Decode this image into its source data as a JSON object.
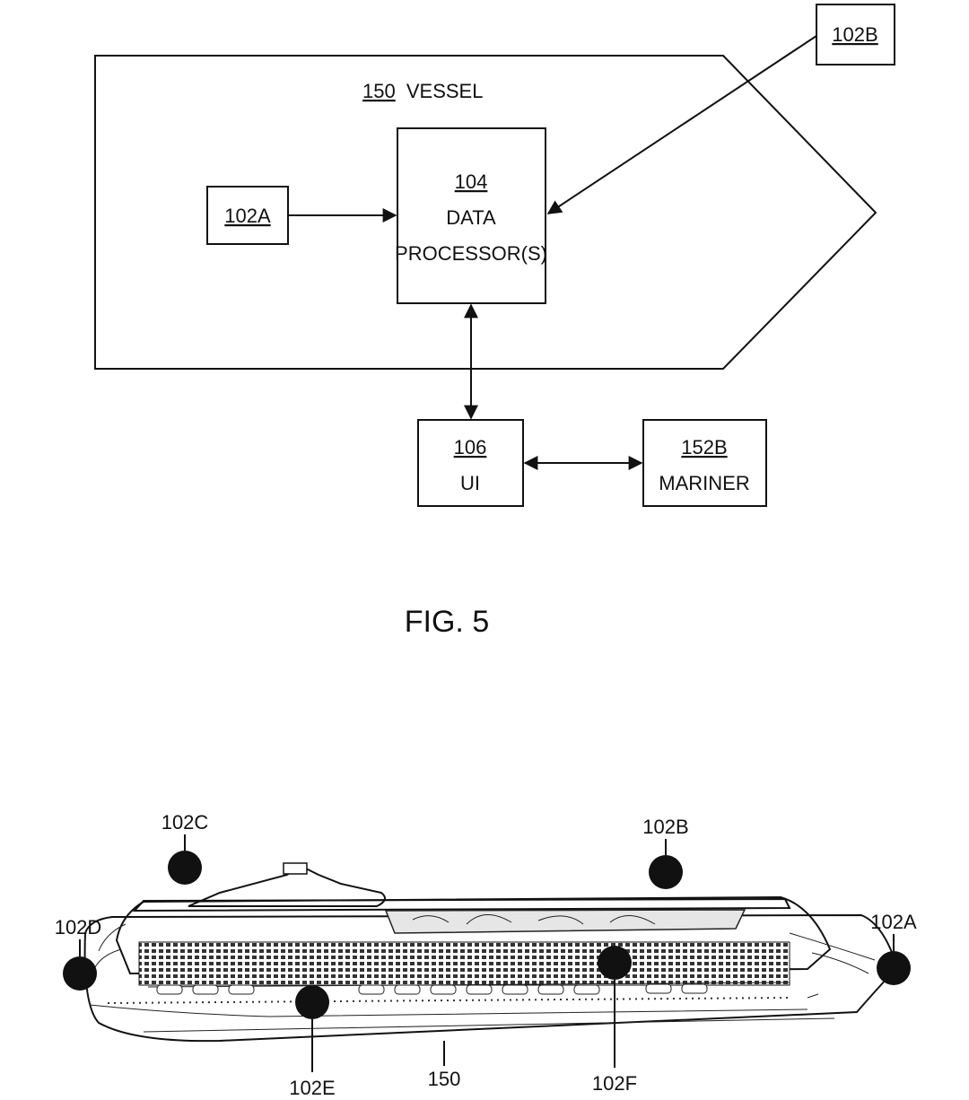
{
  "fig5": {
    "vessel": {
      "num": "150",
      "text": "VESSEL"
    },
    "sensor_a": {
      "num": "102A"
    },
    "sensor_b": {
      "num": "102B"
    },
    "processor": {
      "num": "104",
      "line1": "DATA",
      "line2": "PROCESSOR(S)"
    },
    "ui": {
      "num": "106",
      "text": "UI"
    },
    "mariner": {
      "num": "152B",
      "text": "MARINER"
    },
    "caption": "FIG. 5"
  },
  "fig6": {
    "labels": {
      "s102a": "102A",
      "s102b": "102B",
      "s102c": "102C",
      "s102d": "102D",
      "s102e": "102E",
      "s102f": "102F",
      "vessel": "150"
    }
  }
}
